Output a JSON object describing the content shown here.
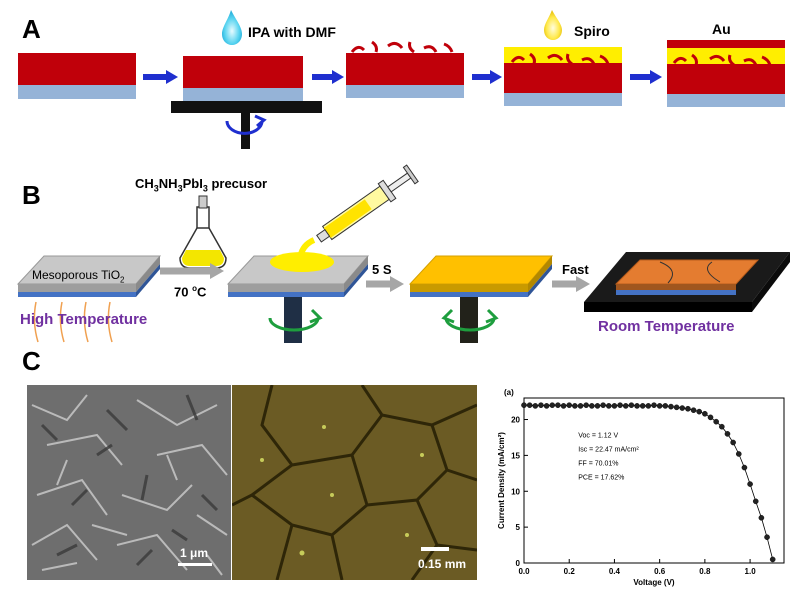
{
  "panels": {
    "a": "A",
    "b": "B",
    "c": "C"
  },
  "panel_a": {
    "step1": "IPA with DMF",
    "step2": "Spiro",
    "step3": "Au"
  },
  "panel_b": {
    "precursor_prefix": "CH",
    "precursor_sub1": "3",
    "precursor_mid1": "NH",
    "precursor_sub2": "3",
    "precursor_mid2": "PbI",
    "precursor_sub3": "3",
    "precursor_suffix": " precusor",
    "substrate_label_prefix": "Mesoporous TiO",
    "substrate_label_sub": "2",
    "temp_prefix": "70 ",
    "temp_sup": "o",
    "temp_suffix": "C",
    "high_temp": "High Temperature",
    "step_5s": "5 S",
    "step_fast": "Fast",
    "room_temp": "Room Temperature"
  },
  "panel_c": {
    "scale1": "1 μm",
    "scale2": "0.15 mm"
  },
  "chart_data": {
    "type": "scatter",
    "title": "(a)",
    "xlabel": "Voltage (V)",
    "ylabel": "Current Density (mA/cm²)",
    "xlim": [
      0.0,
      1.15
    ],
    "ylim": [
      0,
      23
    ],
    "xticks": [
      "0.0",
      "0.2",
      "0.4",
      "0.6",
      "0.8",
      "1.0"
    ],
    "yticks": [
      "0",
      "5",
      "10",
      "15",
      "20"
    ],
    "annotations": [
      "Voc = 1.12 V",
      "Isc  = 22.47 mA/cm²",
      "FF  = 70.01%",
      "PCE = 17.62%"
    ],
    "x": [
      0.0,
      0.025,
      0.05,
      0.075,
      0.1,
      0.125,
      0.15,
      0.175,
      0.2,
      0.225,
      0.25,
      0.275,
      0.3,
      0.325,
      0.35,
      0.375,
      0.4,
      0.425,
      0.45,
      0.475,
      0.5,
      0.525,
      0.55,
      0.575,
      0.6,
      0.625,
      0.65,
      0.675,
      0.7,
      0.725,
      0.75,
      0.775,
      0.8,
      0.825,
      0.85,
      0.875,
      0.9,
      0.925,
      0.95,
      0.975,
      1.0,
      1.025,
      1.05,
      1.075,
      1.1
    ],
    "values": [
      22.0,
      22.0,
      21.9,
      22.0,
      21.9,
      22.0,
      22.0,
      21.9,
      22.0,
      21.9,
      21.9,
      22.0,
      21.9,
      21.9,
      22.0,
      21.9,
      21.9,
      22.0,
      21.9,
      22.0,
      21.9,
      21.9,
      21.9,
      22.0,
      21.9,
      21.9,
      21.8,
      21.7,
      21.6,
      21.5,
      21.3,
      21.1,
      20.8,
      20.3,
      19.7,
      19.0,
      18.0,
      16.8,
      15.2,
      13.3,
      11.0,
      8.6,
      6.3,
      3.6,
      0.5
    ]
  }
}
